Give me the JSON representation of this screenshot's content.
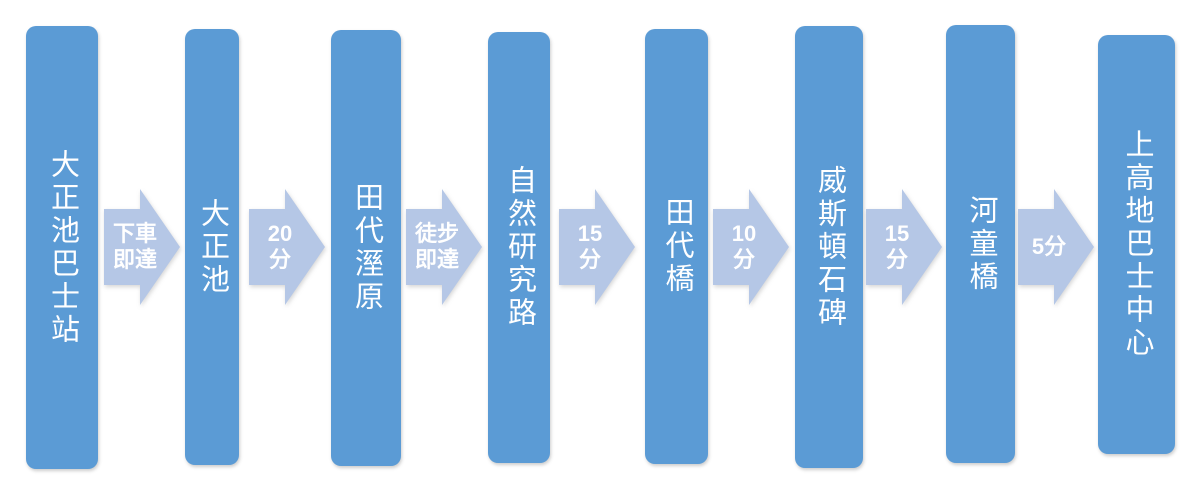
{
  "diagram": {
    "type": "flowchart",
    "direction": "left-to-right",
    "colors": {
      "node_fill": "#5b9bd5",
      "arrow_fill": "#b5c7e6",
      "label_color": "#ffffff"
    },
    "nodes": [
      {
        "label": "大正池巴士站"
      },
      {
        "label": "大正池"
      },
      {
        "label": "田代溼原"
      },
      {
        "label": "自然研究路"
      },
      {
        "label": "田代橋"
      },
      {
        "label": "威斯頓石碑"
      },
      {
        "label": "河童橋"
      },
      {
        "label": "上高地巴士中心"
      }
    ],
    "connectors": [
      {
        "label": "下車\n即達"
      },
      {
        "label": "20\n分"
      },
      {
        "label": "徒步\n即達"
      },
      {
        "label": "15\n分"
      },
      {
        "label": "10\n分"
      },
      {
        "label": "15\n分"
      },
      {
        "label": "5分"
      }
    ]
  }
}
